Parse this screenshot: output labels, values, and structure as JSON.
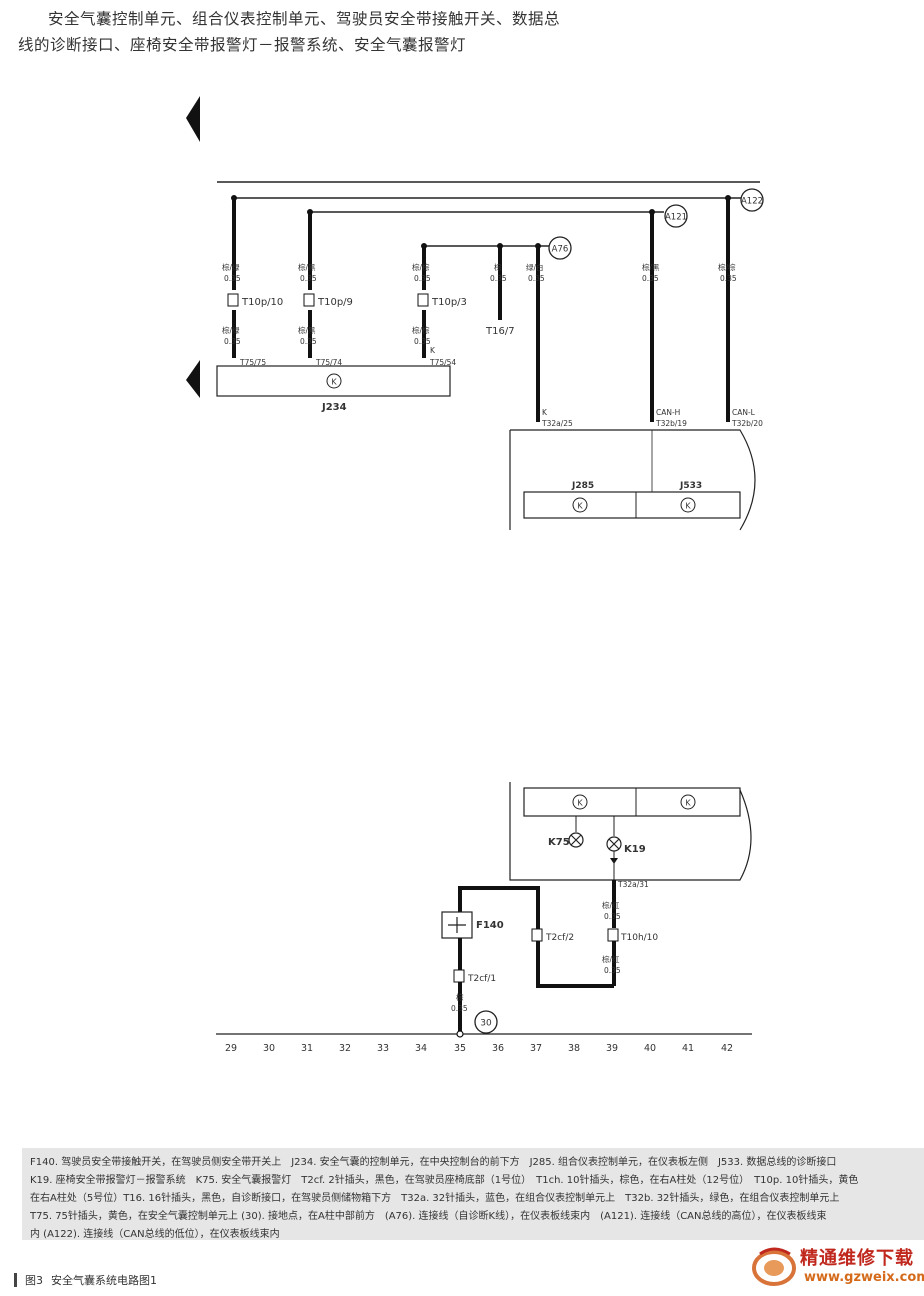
{
  "heading": {
    "line1": "安全气囊控制单元、组合仪表控制单元、驾驶员安全带接触开关、数据总",
    "line2": "线的诊断接口、座椅安全带报警灯－报警系统、安全气囊报警灯"
  },
  "diagram_top": {
    "wires": [
      {
        "color": "棕/绿",
        "size": "0.35",
        "connector": "T10p/10",
        "color2": "棕/绿",
        "size2": "0.35",
        "pin": "T75/75"
      },
      {
        "color": "棕/黑",
        "size": "0.35",
        "connector": "T10p/9",
        "color2": "棕/黑",
        "size2": "0.35",
        "pin": "T75/74"
      },
      {
        "color": "棕/棕",
        "size": "0.35",
        "connector": "T10p/3",
        "color2": "棕/棕",
        "size2": "0.35",
        "tag": "K",
        "pin": "T75/54"
      },
      {
        "color": "棕",
        "size": "0.35",
        "connector": "T16/7"
      },
      {
        "color": "绿/白",
        "size": "0.35",
        "tag": "K",
        "pin": "T32a/25"
      },
      {
        "color": "棕/黑",
        "size": "0.35",
        "tag": "CAN-H",
        "pin": "T32b/19"
      },
      {
        "color": "棕/棕",
        "size": "0.35",
        "tag": "CAN-L",
        "pin": "T32b/20"
      }
    ],
    "nodes": [
      "A76",
      "A121",
      "A122"
    ],
    "module_j234": "J234",
    "module_j285": "J285",
    "module_j533": "J533",
    "k_symbol": "K"
  },
  "diagram_bottom": {
    "lamp_k75": "K75",
    "lamp_k19": "K19",
    "pin_t32a31": "T32a/31",
    "wire_k19_color": "棕/红",
    "wire_k19_size": "0.35",
    "conn_t10h": "T10h/10",
    "wire_k19_color2": "棕/红",
    "wire_k19_size2": "0.35",
    "switch_f140": "F140",
    "conn_t2cf2": "T2cf/2",
    "conn_t2cf1": "T2cf/1",
    "wire_f140_color": "棕",
    "wire_f140_size": "0.35",
    "ground": "30",
    "scale": [
      "29",
      "30",
      "31",
      "32",
      "33",
      "34",
      "35",
      "36",
      "37",
      "38",
      "39",
      "40",
      "41",
      "42"
    ]
  },
  "legend": {
    "line1": "F140. 驾驶员安全带接触开关，在驾驶员侧安全带开关上　J234. 安全气囊的控制单元，在中央控制台的前下方　J285. 组合仪表控制单元，在仪表板左侧　J533. 数据总线的诊断接口",
    "line2": "K19. 座椅安全带报警灯－报警系统　K75. 安全气囊报警灯　T2cf. 2针插头，黑色，在驾驶员座椅底部（1号位）　T1ch. 10针插头，棕色，在右A柱处（12号位）　T10p. 10针插头，黄色",
    "line3": "在右A柱处（5号位）T16. 16针插头，黑色，自诊断接口，在驾驶员侧储物箱下方　T32a. 32针插头，蓝色，在组合仪表控制单元上　T32b. 32针插头，绿色，在组合仪表控制单元上",
    "line4": "T75. 75针插头，黄色，在安全气囊控制单元上 (30). 接地点，在A柱中部前方　(A76). 连接线（自诊断K线），在仪表板线束内　(A121). 连接线（CAN总线的高位），在仪表板线束",
    "line5": "内 (A122). 连接线（CAN总线的低位），在仪表板线束内"
  },
  "caption": {
    "figure": "图3",
    "title": "安全气囊系统电路图1"
  },
  "watermark": {
    "name": "精通维修下载",
    "url": "www.gzweix.com"
  }
}
